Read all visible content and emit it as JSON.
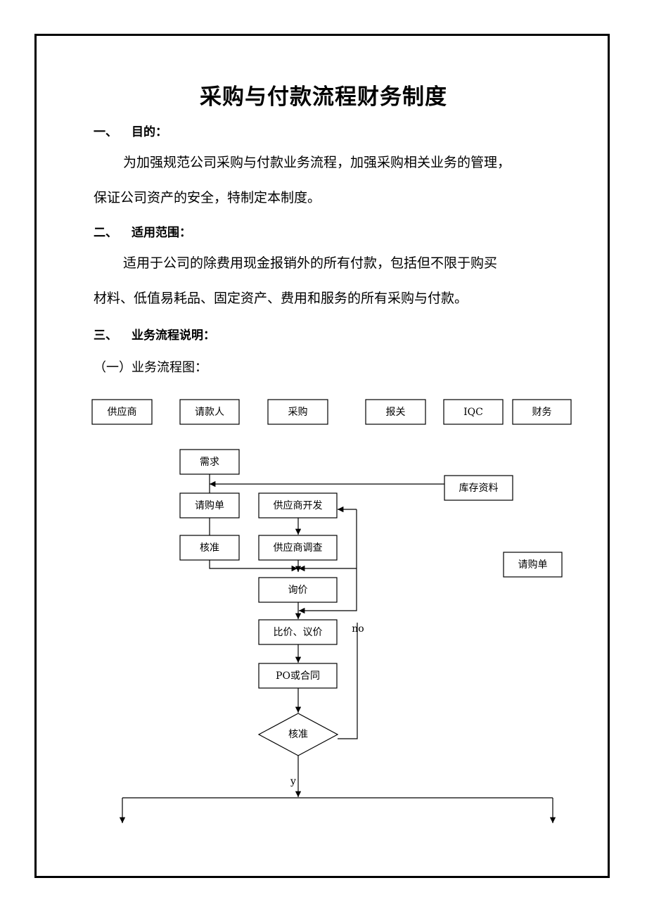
{
  "document": {
    "title": "采购与付款流程财务制度",
    "sections": [
      {
        "number": "一、",
        "heading": "目的：",
        "paragraph": [
          "为加强规范公司采购与付款业务流程，加强采购相关业务的管理，",
          "保证公司资产的安全，特制定本制度。"
        ]
      },
      {
        "number": "二、",
        "heading": "适用范围：",
        "paragraph": [
          "适用于公司的除费用现金报销外的所有付款，包括但不限于购买",
          "材料、低值易耗品、固定资产、费用和服务的所有采购与付款。"
        ]
      },
      {
        "number": "三、",
        "heading": "业务流程说明：",
        "subheading": "（一）业务流程图："
      }
    ]
  },
  "flowchart": {
    "lanes": [
      "供应商",
      "请款人",
      "采购",
      "报关",
      "IQC",
      "财务"
    ],
    "nodes": {
      "demand": "需求",
      "inventory": "库存资料",
      "requisition": "请购单",
      "supplier_dev": "供应商开发",
      "approve_req": "核准",
      "supplier_survey": "供应商调查",
      "requisition_side": "请购单",
      "inquiry": "询价",
      "compare": "比价、议价",
      "po": "PO或合同",
      "decision": "核准"
    },
    "labels": {
      "no": "no",
      "yes": "y"
    }
  }
}
